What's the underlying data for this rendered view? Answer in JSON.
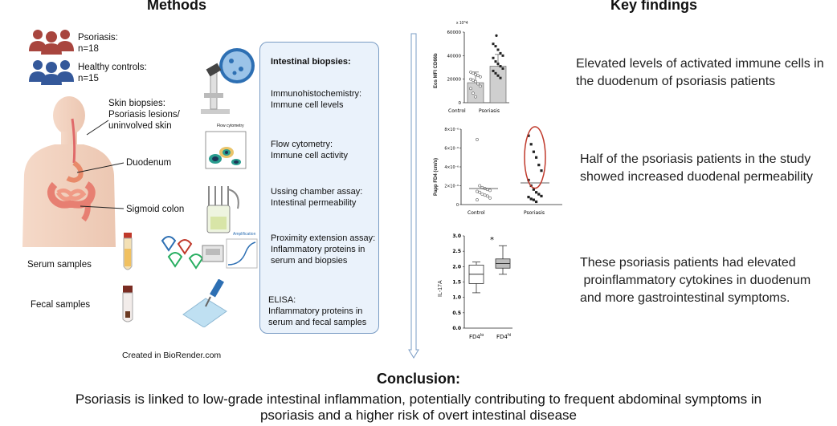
{
  "headers": {
    "methods": "Methods",
    "key_findings": "Key findings"
  },
  "legend": {
    "psoriasis": "Psoriasis:",
    "psoriasis_n": "n=18",
    "controls": "Healthy controls:",
    "controls_n": "n=15",
    "psoriasis_color": "#a8453e",
    "controls_color": "#34589a"
  },
  "body_labels": {
    "skin_1": "Skin biopsies:",
    "skin_2": "Psoriasis lesions/",
    "skin_3": "uninvolved skin",
    "duodenum": "Duodenum",
    "sigmoid": "Sigmoid colon",
    "serum": "Serum samples",
    "fecal": "Fecal samples"
  },
  "mini": {
    "flow_title": "Flow cytometry",
    "amplification": "Amplification"
  },
  "methods_box": {
    "title": "Intestinal biopsies:",
    "ihc_1": "Immunohistochemistry:",
    "ihc_2": "Immune cell levels",
    "flow_1": "Flow cytometry:",
    "flow_2": "Immune cell activity",
    "ussing_1": "Ussing chamber assay:",
    "ussing_2": "Intestinal permeability",
    "pea_1": "Proximity extension assay:",
    "pea_2": "Inflammatory proteins in",
    "pea_3": "serum and biopsies"
  },
  "elisa": {
    "l1": "ELISA:",
    "l2": "Inflammatory proteins in",
    "l3": "serum and fecal samples"
  },
  "credit": "Created in BioRender.com",
  "findings": {
    "f1_l1": "Elevated levels of activated immune cells in",
    "f1_l2": "the duodenum of psoriasis patients",
    "f2_l1": "Half of the psoriasis patients in the study",
    "f2_l2": "showed increased duodenal permeability",
    "f3_l1": "These psoriasis patients had elevated",
    "f3_l2": " proinflammatory cytokines in duodenum",
    "f3_l3": "and more gastrointestinal symptoms."
  },
  "conclusion": {
    "title": "Conclusion:",
    "l1": "Psoriasis is linked to low-grade intestinal inflammation, potentially contributing to frequent abdominal symptoms in",
    "l2": "psoriasis and a higher risk of overt intestinal disease"
  },
  "chart_data": [
    {
      "type": "bar",
      "categories": [
        "Control",
        "Psoriasis"
      ],
      "values": [
        17000,
        31000
      ],
      "errors": [
        9000,
        10000
      ],
      "ylabel": "Eos MFI CD66b",
      "y_exponent_label": "x 10^4",
      "yticks": [
        "0",
        "20000",
        "40000",
        "60000"
      ],
      "ylim": [
        0,
        60000
      ],
      "points": {
        "Control": [
          26000,
          25000,
          24000,
          23000,
          22000,
          20000,
          19000,
          18000,
          16000,
          14000,
          12000,
          8000,
          5000
        ],
        "Psoriasis": [
          50000,
          48000,
          45000,
          42000,
          40000,
          38000,
          35000,
          33000,
          31000,
          29000,
          27000,
          25000,
          23000,
          21000
        ]
      },
      "outlier_marker": {
        "category": "Psoriasis",
        "value": 57000
      },
      "bar_color": "#cfcfcf"
    },
    {
      "type": "scatter",
      "categories": [
        "Control",
        "Psoriasis"
      ],
      "ylabel": "Papp FD4 (cm/s)",
      "yticks": [
        "0",
        "2×10⁻⁶",
        "4×10⁻⁶",
        "6×10⁻⁶",
        "8×10⁻⁶"
      ],
      "ylim": [
        0,
        8
      ],
      "y_unit": "×10⁻⁶ cm/s",
      "points": {
        "Control": [
          6.9,
          2.0,
          1.8,
          1.7,
          1.6,
          1.5,
          1.4,
          1.3,
          1.1,
          1.0,
          0.9,
          0.7,
          0.5
        ],
        "Psoriasis": [
          7.3,
          6.4,
          5.6,
          5.0,
          4.2,
          3.6,
          2.6,
          2.0,
          1.6,
          1.3,
          1.1,
          0.9,
          0.8,
          0.6,
          0.5,
          0.3
        ]
      },
      "means": {
        "Control": 1.7,
        "Psoriasis": 2.3
      },
      "highlight": "red ellipse around upper psoriasis values",
      "highlight_color": "#c0392b"
    },
    {
      "type": "box",
      "categories": [
        "FD4lo",
        "FD4hi"
      ],
      "category_labels": [
        {
          "base": "FD4",
          "sup": "lo"
        },
        {
          "base": "FD4",
          "sup": "hi"
        }
      ],
      "ylabel": "IL-17A",
      "yticks": [
        "0.0",
        "0.5",
        "1.0",
        "1.5",
        "2.0",
        "2.5",
        "3.0"
      ],
      "ylim": [
        0,
        3.0
      ],
      "boxes": [
        {
          "min": 1.15,
          "q1": 1.45,
          "median": 1.75,
          "q3": 2.05,
          "max": 2.15
        },
        {
          "min": 1.75,
          "q1": 1.95,
          "median": 2.1,
          "q3": 2.25,
          "max": 2.68
        }
      ],
      "significance": "*"
    }
  ]
}
